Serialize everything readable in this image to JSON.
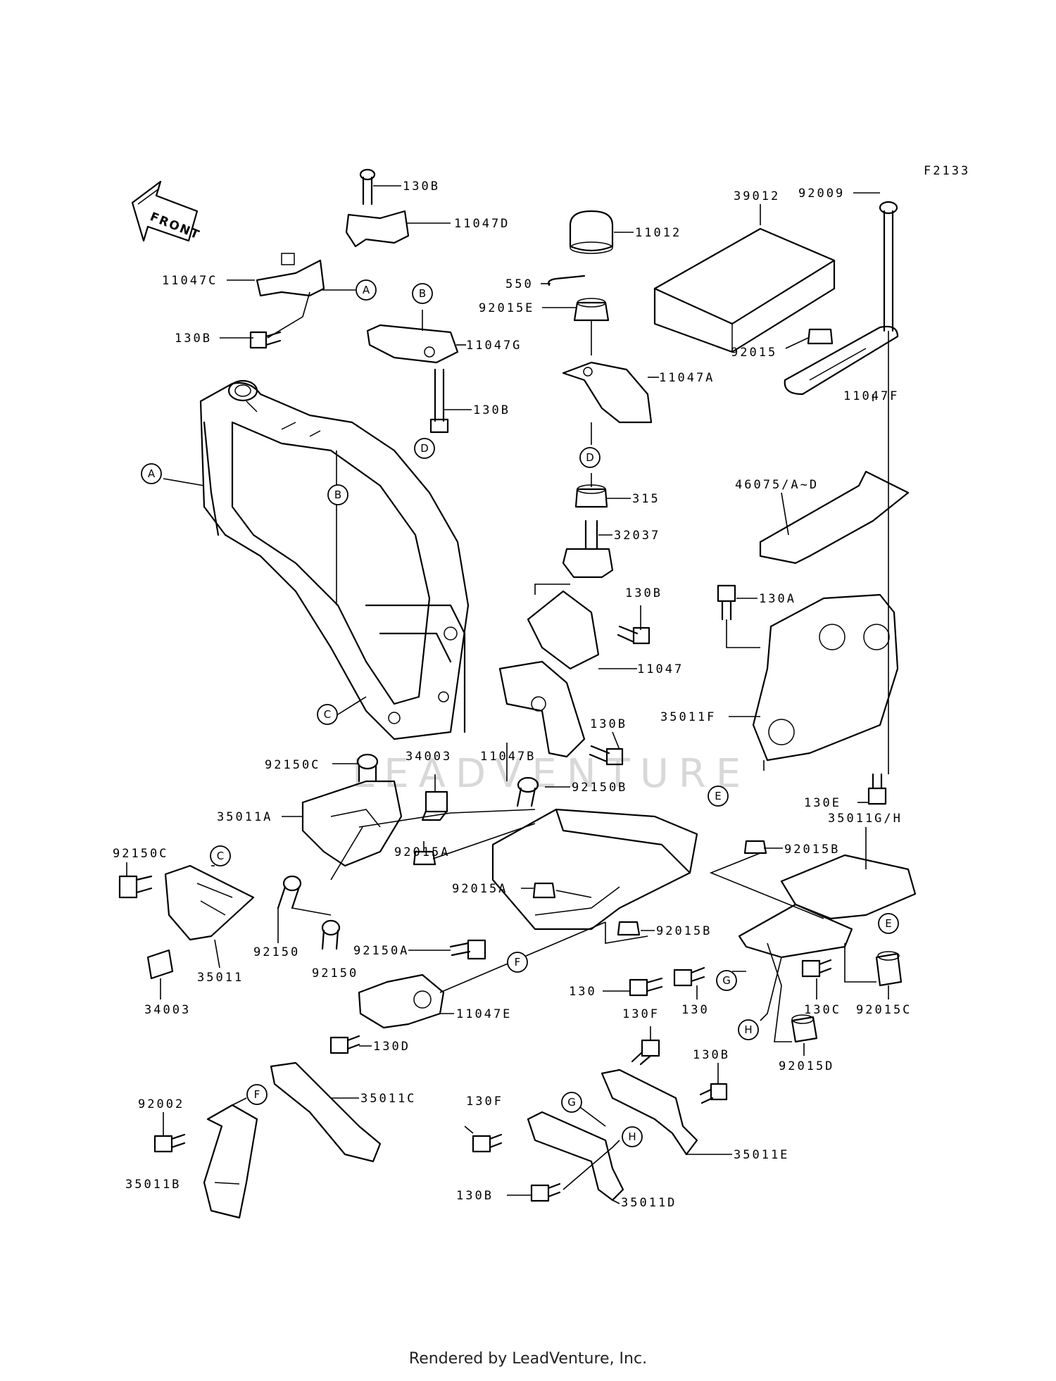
{
  "diagram": {
    "code": "F2133",
    "front_label": "FRONT",
    "watermark": "LEADVENTURE",
    "footer": "Rendered by LeadVenture, Inc.",
    "labels": [
      "130B",
      "11047D",
      "11047C",
      "130B",
      "11047G",
      "130B",
      "11012",
      "550",
      "92015E",
      "11047A",
      "39012",
      "92009",
      "92015",
      "11047F",
      "315",
      "32037",
      "46075/A~D",
      "130B",
      "11047",
      "130A",
      "130B",
      "11047B",
      "35011F",
      "130E",
      "92150C",
      "34003",
      "35011A",
      "92150B",
      "35011G/H",
      "92150C",
      "92015A",
      "92015B",
      "92015A",
      "92015B",
      "92150",
      "92150",
      "92150A",
      "35011",
      "34003",
      "11047E",
      "130D",
      "130",
      "130",
      "130C",
      "92015C",
      "92015D",
      "130F",
      "130B",
      "35011E",
      "130F",
      "130B",
      "35011D",
      "92002",
      "35011C",
      "35011B"
    ],
    "callouts": [
      "A",
      "A",
      "B",
      "B",
      "D",
      "D",
      "C",
      "C",
      "E",
      "E",
      "F",
      "F",
      "G",
      "G",
      "H",
      "H"
    ]
  }
}
